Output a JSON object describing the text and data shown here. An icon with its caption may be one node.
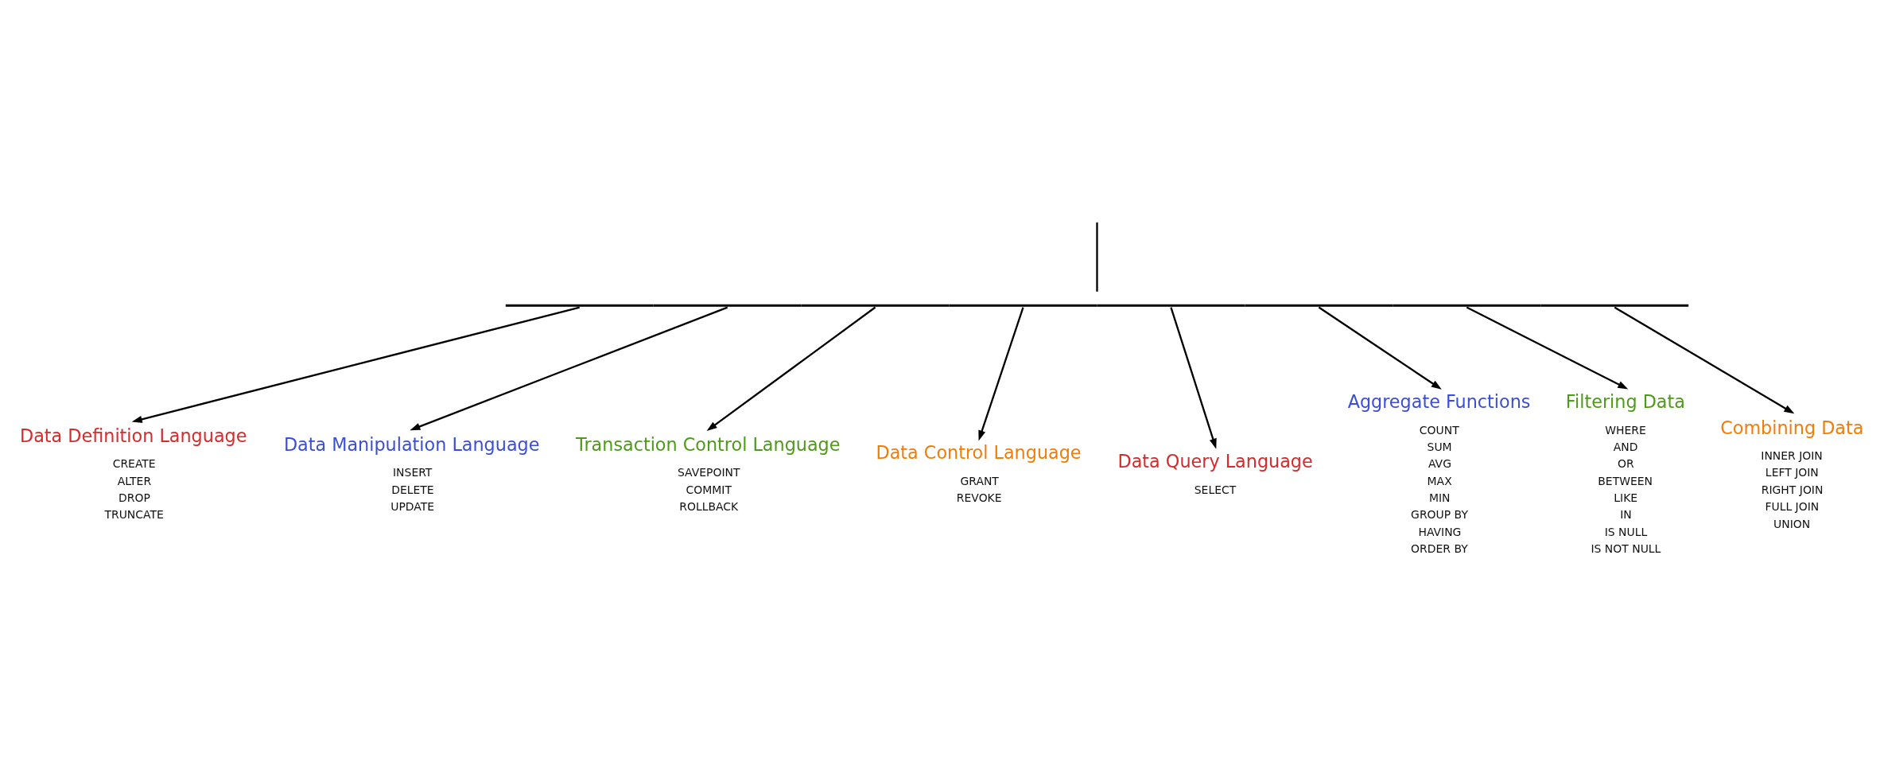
{
  "diagram": {
    "nodes": [
      {
        "text": [],
        "shape": "bar"
      },
      {
        "text": [
          "Data Definition Language"
        ],
        "beside": [
          "CREATE",
          "ALTER",
          "DROP",
          "TRUNCATE"
        ]
      },
      {
        "text": [
          "Data Manipulation Language"
        ],
        "beside": [
          "INSERT",
          "DELETE",
          "UPDATE"
        ]
      },
      {
        "text": [
          "Transaction Control Language"
        ],
        "beside": [
          "SAVEPOINT",
          "COMMIT",
          "ROLLBACK"
        ]
      },
      {
        "text": [
          "Data Control Language"
        ],
        "beside": [
          "GRANT",
          "REVOKE"
        ]
      },
      {
        "text": [
          "Data Query Language"
        ],
        "beside": [
          "SELECT"
        ]
      },
      {
        "text": [
          "Aggregate Functions"
        ],
        "beside": [
          "COUNT",
          "SUM",
          "AVG",
          "MAX",
          "MIN",
          "GROUP BY",
          "HAVING",
          "ORDER BY"
        ]
      },
      {
        "text": [
          "Filtering Data"
        ],
        "beside": [
          "WHERE",
          "AND",
          "OR",
          "BETWEEN",
          "LIKE",
          "IN",
          "IS NULL",
          "IS NOT NULL"
        ]
      },
      {
        "text": [
          "Combining Data"
        ],
        "beside": [
          "INNER JOIN",
          "LEFT JOIN",
          "RIGHT JOIN",
          "FULL JOIN",
          "UNION"
        ]
      }
    ],
    "edges": [
      {
        "from": null,
        "to": 0,
        "arrow": "none"
      },
      {
        "from": 0,
        "to": 1,
        "arrow": "to"
      },
      {
        "from": 0,
        "to": 2,
        "arrow": "to"
      },
      {
        "from": 0,
        "to": 3,
        "arrow": "to"
      },
      {
        "from": 0,
        "to": 4,
        "arrow": "to"
      },
      {
        "from": 0,
        "to": 5,
        "arrow": "to"
      },
      {
        "from": 0,
        "to": 6,
        "arrow": "to"
      },
      {
        "from": 0,
        "to": 7,
        "arrow": "to"
      },
      {
        "from": 0,
        "to": 8,
        "arrow": "to"
      }
    ]
  }
}
